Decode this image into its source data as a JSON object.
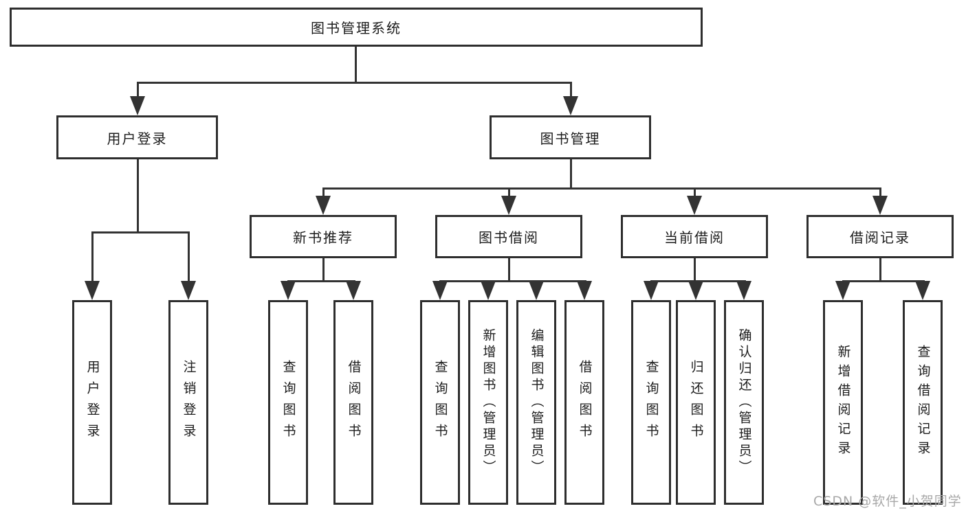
{
  "diagram": {
    "root": {
      "label": "图书管理系统"
    },
    "level2": [
      {
        "label": "用户登录"
      },
      {
        "label": "图书管理"
      }
    ],
    "level3": [
      {
        "label": "新书推荐"
      },
      {
        "label": "图书借阅"
      },
      {
        "label": "当前借阅"
      },
      {
        "label": "借阅记录"
      }
    ],
    "leaves": [
      {
        "label": "用户登录"
      },
      {
        "label": "注销登录"
      },
      {
        "label": "查询图书"
      },
      {
        "label": "借阅图书"
      },
      {
        "label": "查询图书"
      },
      {
        "label": "新增图书（管理员）"
      },
      {
        "label": "编辑图书（管理员）"
      },
      {
        "label": "借阅图书"
      },
      {
        "label": "查询图书"
      },
      {
        "label": "归还图书"
      },
      {
        "label": "确认归还（管理员）"
      },
      {
        "label": "新增借阅记录"
      },
      {
        "label": "查询借阅记录"
      }
    ]
  },
  "watermark": {
    "text": "CSDN @软件_小贺同学"
  },
  "colors": {
    "line": "#333333",
    "box_border": "#2e2e2e",
    "text": "#1c1c1c",
    "watermark": "#a8a8a8",
    "background": "#ffffff"
  }
}
